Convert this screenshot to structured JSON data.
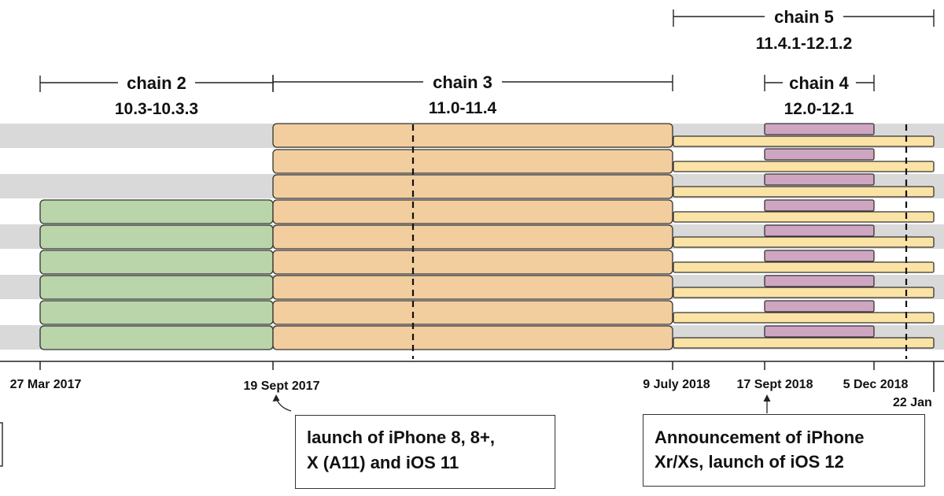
{
  "chains": [
    {
      "id": "chain2",
      "name": "chain 2",
      "versions": "10.3-10.3.3",
      "fill": "#b9d5a9"
    },
    {
      "id": "chain3",
      "name": "chain 3",
      "versions": "11.0-11.4",
      "fill": "#f2cd9e"
    },
    {
      "id": "chain4",
      "name": "chain 4",
      "versions": "12.0-12.1",
      "fill": "#cfa6c2"
    },
    {
      "id": "chain5",
      "name": "chain 5",
      "versions": "11.4.1-12.1.2",
      "fill": "#fae3a5"
    }
  ],
  "dates": [
    "27 Mar 2017",
    "19 Sept 2017",
    "9 July 2018",
    "17 Sept 2018",
    "5 Dec 2018",
    "22 Jan"
  ],
  "callouts": {
    "iphone8": {
      "lines": [
        "launch of iPhone 8, 8+,",
        "X (A11) and iOS 11"
      ]
    },
    "iphoneXr": {
      "lines": [
        "Announcement of iPhone",
        "Xr/Xs, launch of iOS 12"
      ]
    }
  },
  "colors": {
    "band": "#d9d9d9",
    "stroke": "#333333"
  }
}
